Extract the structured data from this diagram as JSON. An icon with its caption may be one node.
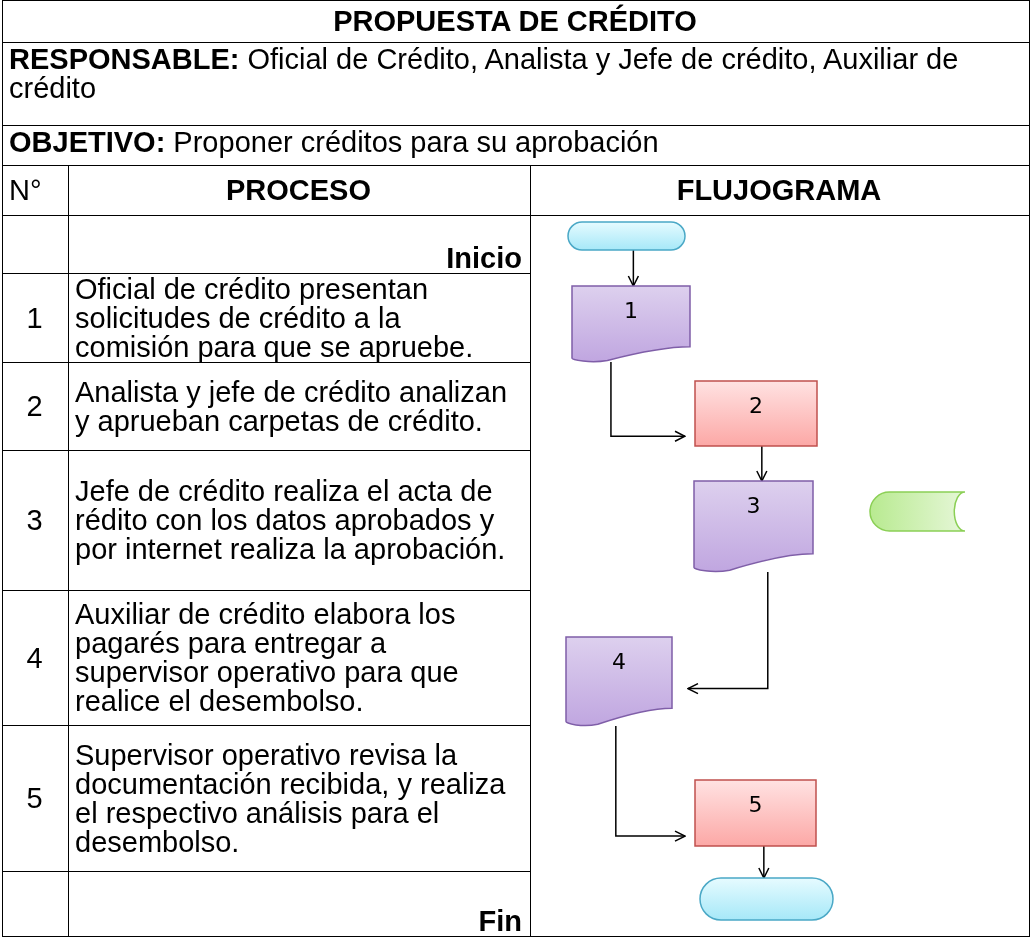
{
  "diagram": {
    "title": "PROPUESTA DE CRÉDITO",
    "nodes": [
      {
        "text": [],
        "shape": "pill"
      },
      {
        "text": [
          "1"
        ]
      },
      {
        "text": [
          "2"
        ]
      },
      {
        "text": [
          "3"
        ]
      },
      {
        "text": [],
        "shape": "cylinder"
      },
      {
        "text": [
          "4"
        ]
      },
      {
        "text": [
          "5"
        ]
      },
      {
        "text": [],
        "shape": "pill"
      }
    ],
    "edges": [
      {
        "from": 0,
        "to": 1,
        "arrow": "to"
      },
      {
        "from": 1,
        "to": 2,
        "arrow": "to"
      },
      {
        "from": 2,
        "to": 3,
        "arrow": "to"
      },
      {
        "from": 3,
        "to": 5,
        "arrow": "to"
      },
      {
        "from": 5,
        "to": 6,
        "arrow": "to"
      },
      {
        "from": 6,
        "to": 7,
        "arrow": "to"
      }
    ],
    "labels": [
      "**RESPONSABLE:** Oficial de Crédito, Analista y Jefe de crédito, Auxiliar de crédito",
      "**OBJETIVO:** Proponer créditos para su aprobación",
      "N°",
      "PROCESO",
      "FLUJOGRAMA",
      "Inicio",
      "1",
      "Oficial de crédito presentan solicitudes de crédito a la comisión para que se apruebe.",
      "2",
      "Analista y jefe de crédito analizan y aprueban carpetas de crédito.",
      "3",
      "Jefe de crédito realiza el acta de rédito con los datos aprobados y por internet realiza la aprobación.",
      "4",
      "Auxiliar de crédito elabora los pagarés para entregar a supervisor operativo para que realice el desembolso.",
      "5",
      "Supervisor operativo revisa la documentación recibida, y realiza el respectivo análisis para el desembolso.",
      "Fin"
    ]
  }
}
